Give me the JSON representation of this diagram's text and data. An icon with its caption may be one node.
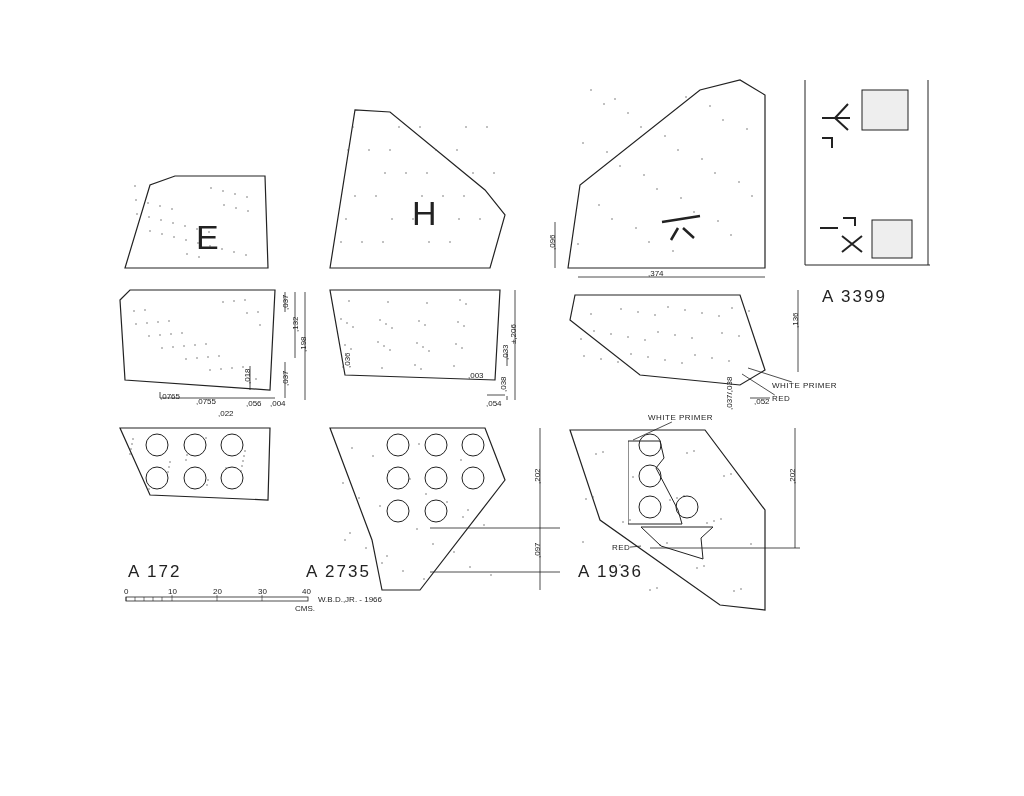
{
  "diagram": {
    "nodes": [
      {
        "text": [
          "WHITE PRIMER"
        ]
      },
      {
        "text": [
          "RED"
        ]
      },
      {
        "text": [
          "WHITE PRIMER"
        ]
      },
      {
        "text": [
          "RED"
        ]
      },
      {
        "text": [],
        "shape": "box"
      },
      {
        "text": [],
        "shape": "box"
      }
    ],
    "edges": [
      {
        "from": 0,
        "to": null,
        "arrow": "none"
      },
      {
        "from": 1,
        "to": null,
        "arrow": "none"
      },
      {
        "from": 2,
        "to": 4,
        "arrow": "none"
      },
      {
        "from": 3,
        "to": 5,
        "arrow": "none"
      }
    ],
    "labels": [
      "E",
      "H",
      ",096",
      ",374",
      ",037",
      ",132",
      ",198",
      ",018",
      ",037",
      ",0765",
      ",0755",
      ",022",
      ",056",
      ",004",
      ",036",
      ",003",
      ",054",
      ",038",
      ",033",
      "±,206",
      ",136",
      ",037/,038",
      ",052",
      "A 3399",
      ",202",
      ",097",
      ",202",
      "A 172",
      "A 2735",
      "A 1936",
      "0",
      "10",
      "20",
      "30",
      "40",
      "CMS.",
      "W.B.D.,JR. - 1966"
    ]
  }
}
